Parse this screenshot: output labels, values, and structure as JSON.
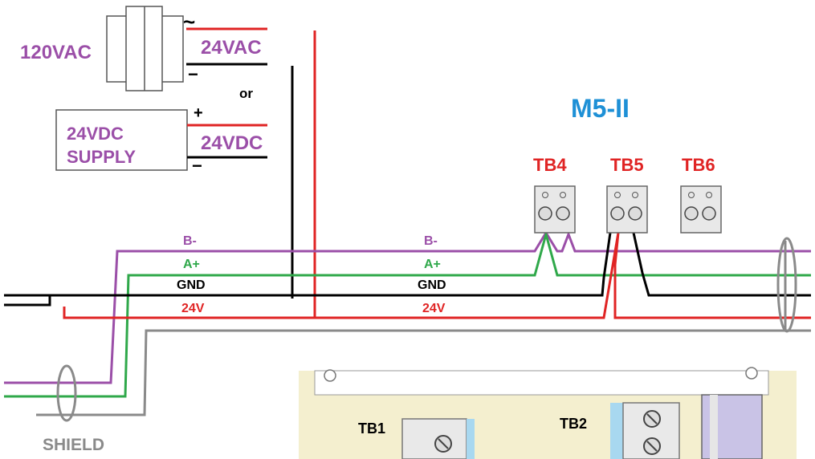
{
  "power": {
    "ac_input_label": "120VAC",
    "ac_output_label": "24VAC",
    "ac_tilde": "~",
    "ac_minus": "−",
    "or_label": "or",
    "dc_supply_line1": "24VDC",
    "dc_supply_line2": "SUPPLY",
    "dc_output_label": "24VDC",
    "dc_plus": "+",
    "dc_minus": "−"
  },
  "device": {
    "title": "M5-II",
    "terminals": [
      "TB4",
      "TB5",
      "TB6"
    ]
  },
  "bus": {
    "left_labels": {
      "b_minus": "B-",
      "a_plus": "A+",
      "gnd": "GND",
      "v24": "24V"
    },
    "right_labels": {
      "b_minus": "B-",
      "a_plus": "A+",
      "gnd": "GND",
      "v24": "24V"
    }
  },
  "shield_label": "SHIELD",
  "board": {
    "terminal_labels": [
      "TB1",
      "TB2"
    ]
  },
  "colors": {
    "b_minus": "#9b4fa8",
    "a_plus": "#2fa84a",
    "gnd": "#000000",
    "v24": "#e02424",
    "shield": "#8a8a8a",
    "title": "#1e90d6",
    "terminal_title": "#e02424",
    "power_text": "#9b4fa8",
    "board": "#f4efcf"
  }
}
